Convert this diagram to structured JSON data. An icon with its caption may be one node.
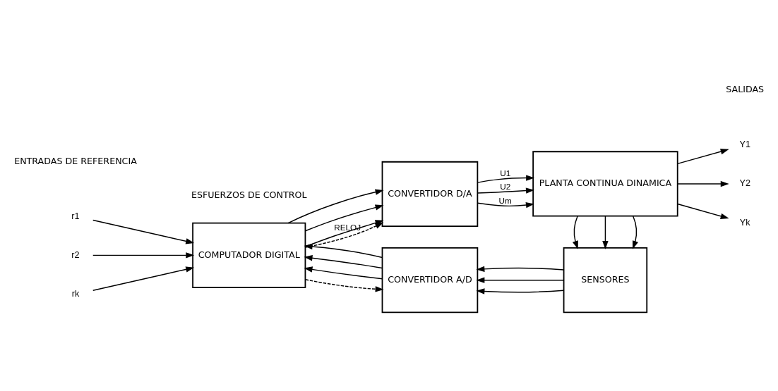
{
  "diagram": {
    "nodes": [
      {
        "text": [
          "COMPUTADOR DIGITAL"
        ]
      },
      {
        "text": [
          "CONVERTIDOR D/A"
        ]
      },
      {
        "text": [
          "PLANTA CONTINUA DINAMICA"
        ]
      },
      {
        "text": [
          "CONVERTIDOR A/D"
        ]
      },
      {
        "text": [
          "SENSORES"
        ]
      },
      {
        "text": [
          "r1"
        ]
      },
      {
        "text": [
          "r2"
        ]
      },
      {
        "text": [
          "rk"
        ]
      },
      {
        "text": [
          "Y1"
        ]
      },
      {
        "text": [
          "Y2"
        ]
      },
      {
        "text": [
          "Yk"
        ]
      }
    ],
    "edges": [
      {
        "from": 5,
        "to": 0,
        "arrow": "to"
      },
      {
        "from": 6,
        "to": 0,
        "arrow": "to"
      },
      {
        "from": 7,
        "to": 0,
        "arrow": "to"
      },
      {
        "from": 0,
        "to": 1,
        "arrow": "to"
      },
      {
        "from": 0,
        "to": 1,
        "arrow": "to"
      },
      {
        "from": 0,
        "to": 1,
        "arrow": "to"
      },
      {
        "from": 1,
        "to": 2,
        "arrow": "to",
        "label": "U1"
      },
      {
        "from": 1,
        "to": 2,
        "arrow": "to",
        "label": "U2"
      },
      {
        "from": 1,
        "to": 2,
        "arrow": "to",
        "label": "Um"
      },
      {
        "from": 2,
        "to": 8,
        "arrow": "to"
      },
      {
        "from": 2,
        "to": 9,
        "arrow": "to"
      },
      {
        "from": 2,
        "to": 10,
        "arrow": "to"
      },
      {
        "from": 2,
        "to": 4,
        "arrow": "to"
      },
      {
        "from": 2,
        "to": 4,
        "arrow": "to"
      },
      {
        "from": 2,
        "to": 4,
        "arrow": "to"
      },
      {
        "from": 4,
        "to": 3,
        "arrow": "to"
      },
      {
        "from": 4,
        "to": 3,
        "arrow": "to"
      },
      {
        "from": 4,
        "to": 3,
        "arrow": "to"
      },
      {
        "from": 3,
        "to": 0,
        "arrow": "to"
      },
      {
        "from": 3,
        "to": 0,
        "arrow": "to"
      },
      {
        "from": 3,
        "to": 0,
        "arrow": "to"
      },
      {
        "from": 0,
        "to": 1,
        "arrow": "to",
        "style": "dashed",
        "label": "RELOJ"
      },
      {
        "from": 0,
        "to": 3,
        "arrow": "to",
        "style": "dashed"
      }
    ],
    "labels": [
      "ENTRADAS DE REFERENCIA",
      "ESFUERZOS DE CONTROL",
      "SALIDAS"
    ]
  }
}
